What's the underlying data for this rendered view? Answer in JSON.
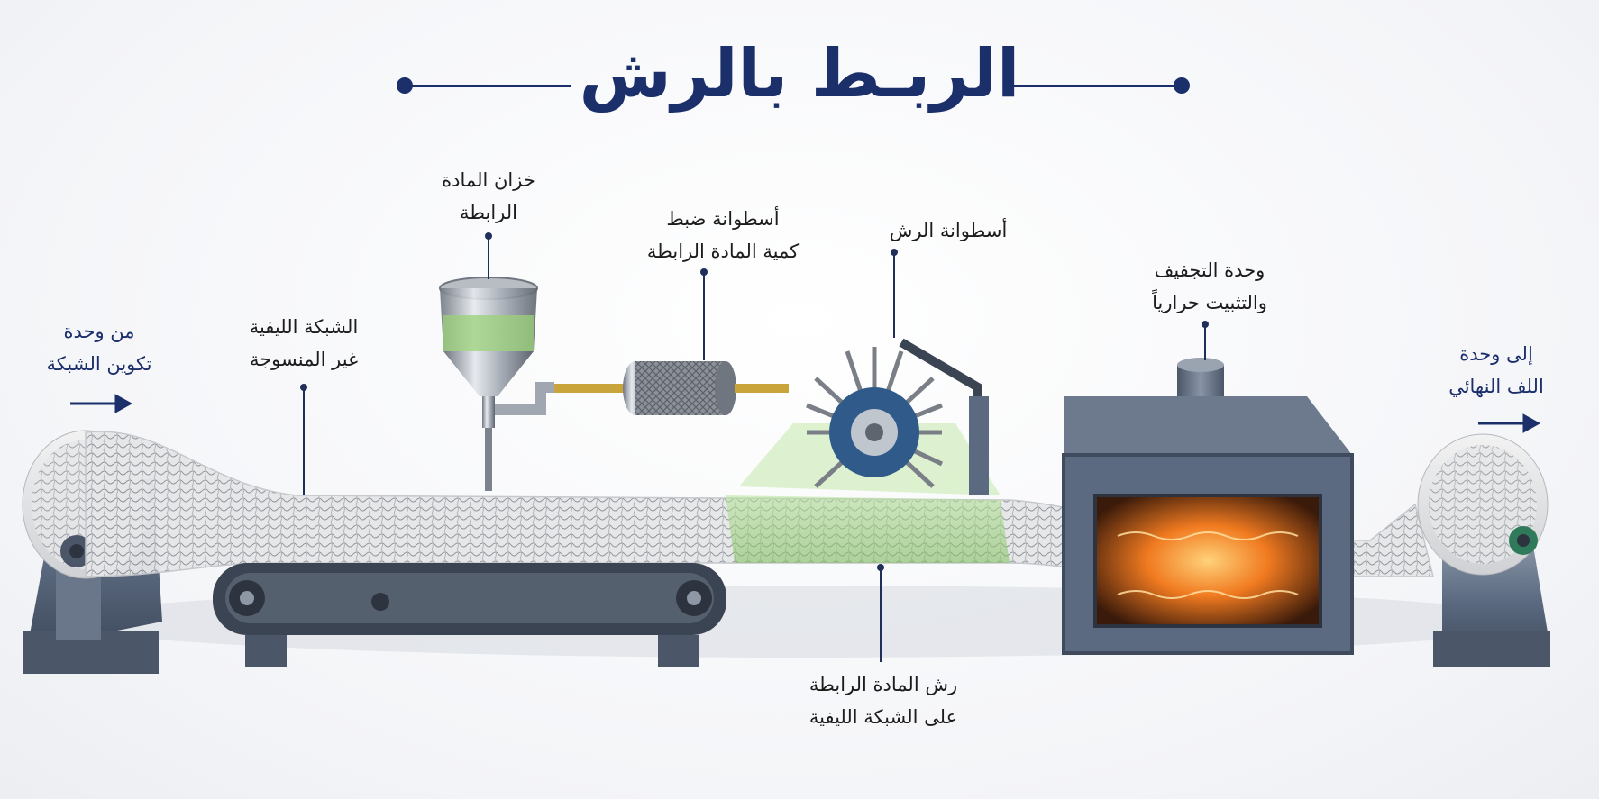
{
  "title": "الربـط بالرش",
  "labels": {
    "from_unit": [
      "من وحدة",
      "تكوين الشبكة"
    ],
    "web": [
      "الشبكة الليفية",
      "غير المنسوجة"
    ],
    "tank": [
      "خزان المادة",
      "الرابطة"
    ],
    "metering": [
      "أسطوانة ضبط",
      "كمية المادة الرابطة"
    ],
    "spray_cylinder": [
      "أسطوانة الرش"
    ],
    "spraying": [
      "رش المادة الرابطة",
      "على الشبكة الليفية"
    ],
    "dryer": [
      "وحدة التجفيف",
      "والتثبيت حرارياً"
    ],
    "to_unit": [
      "إلى وحدة",
      "اللف النهائي"
    ]
  },
  "colors": {
    "title": "#1b2f6b",
    "machine_steel": "#5b6a80",
    "binder_green": "#9bd27a",
    "heat_orange": "#f07a20"
  },
  "icons": {
    "in_arrow": "arrow-right-icon",
    "out_arrow": "arrow-right-icon"
  }
}
